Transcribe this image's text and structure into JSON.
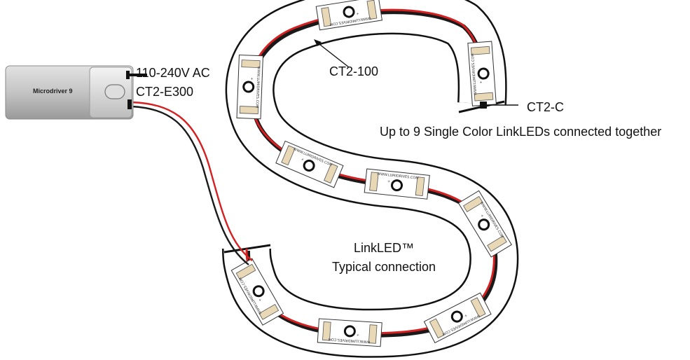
{
  "labels": {
    "power_input": "110-240V AC",
    "cable_driver": "CT2-E300",
    "cable_link": "CT2-100",
    "end_cap": "CT2-C",
    "chain_note": "Up to 9 Single Color LinkLEDs connected together",
    "title_line1": "LinkLED™",
    "title_line2": "Typical connection"
  },
  "driver": {
    "name": "Microdriver 9"
  },
  "led_module": {
    "url": "WWW.LUMIDRIVES.COM"
  },
  "colors": {
    "wire_red": "#d42020",
    "wire_black": "#1a1a1a",
    "driver_body": "#c9c9c9",
    "outline": "#111111",
    "led_pad": "#e8d8b6"
  },
  "modules_count": 9
}
